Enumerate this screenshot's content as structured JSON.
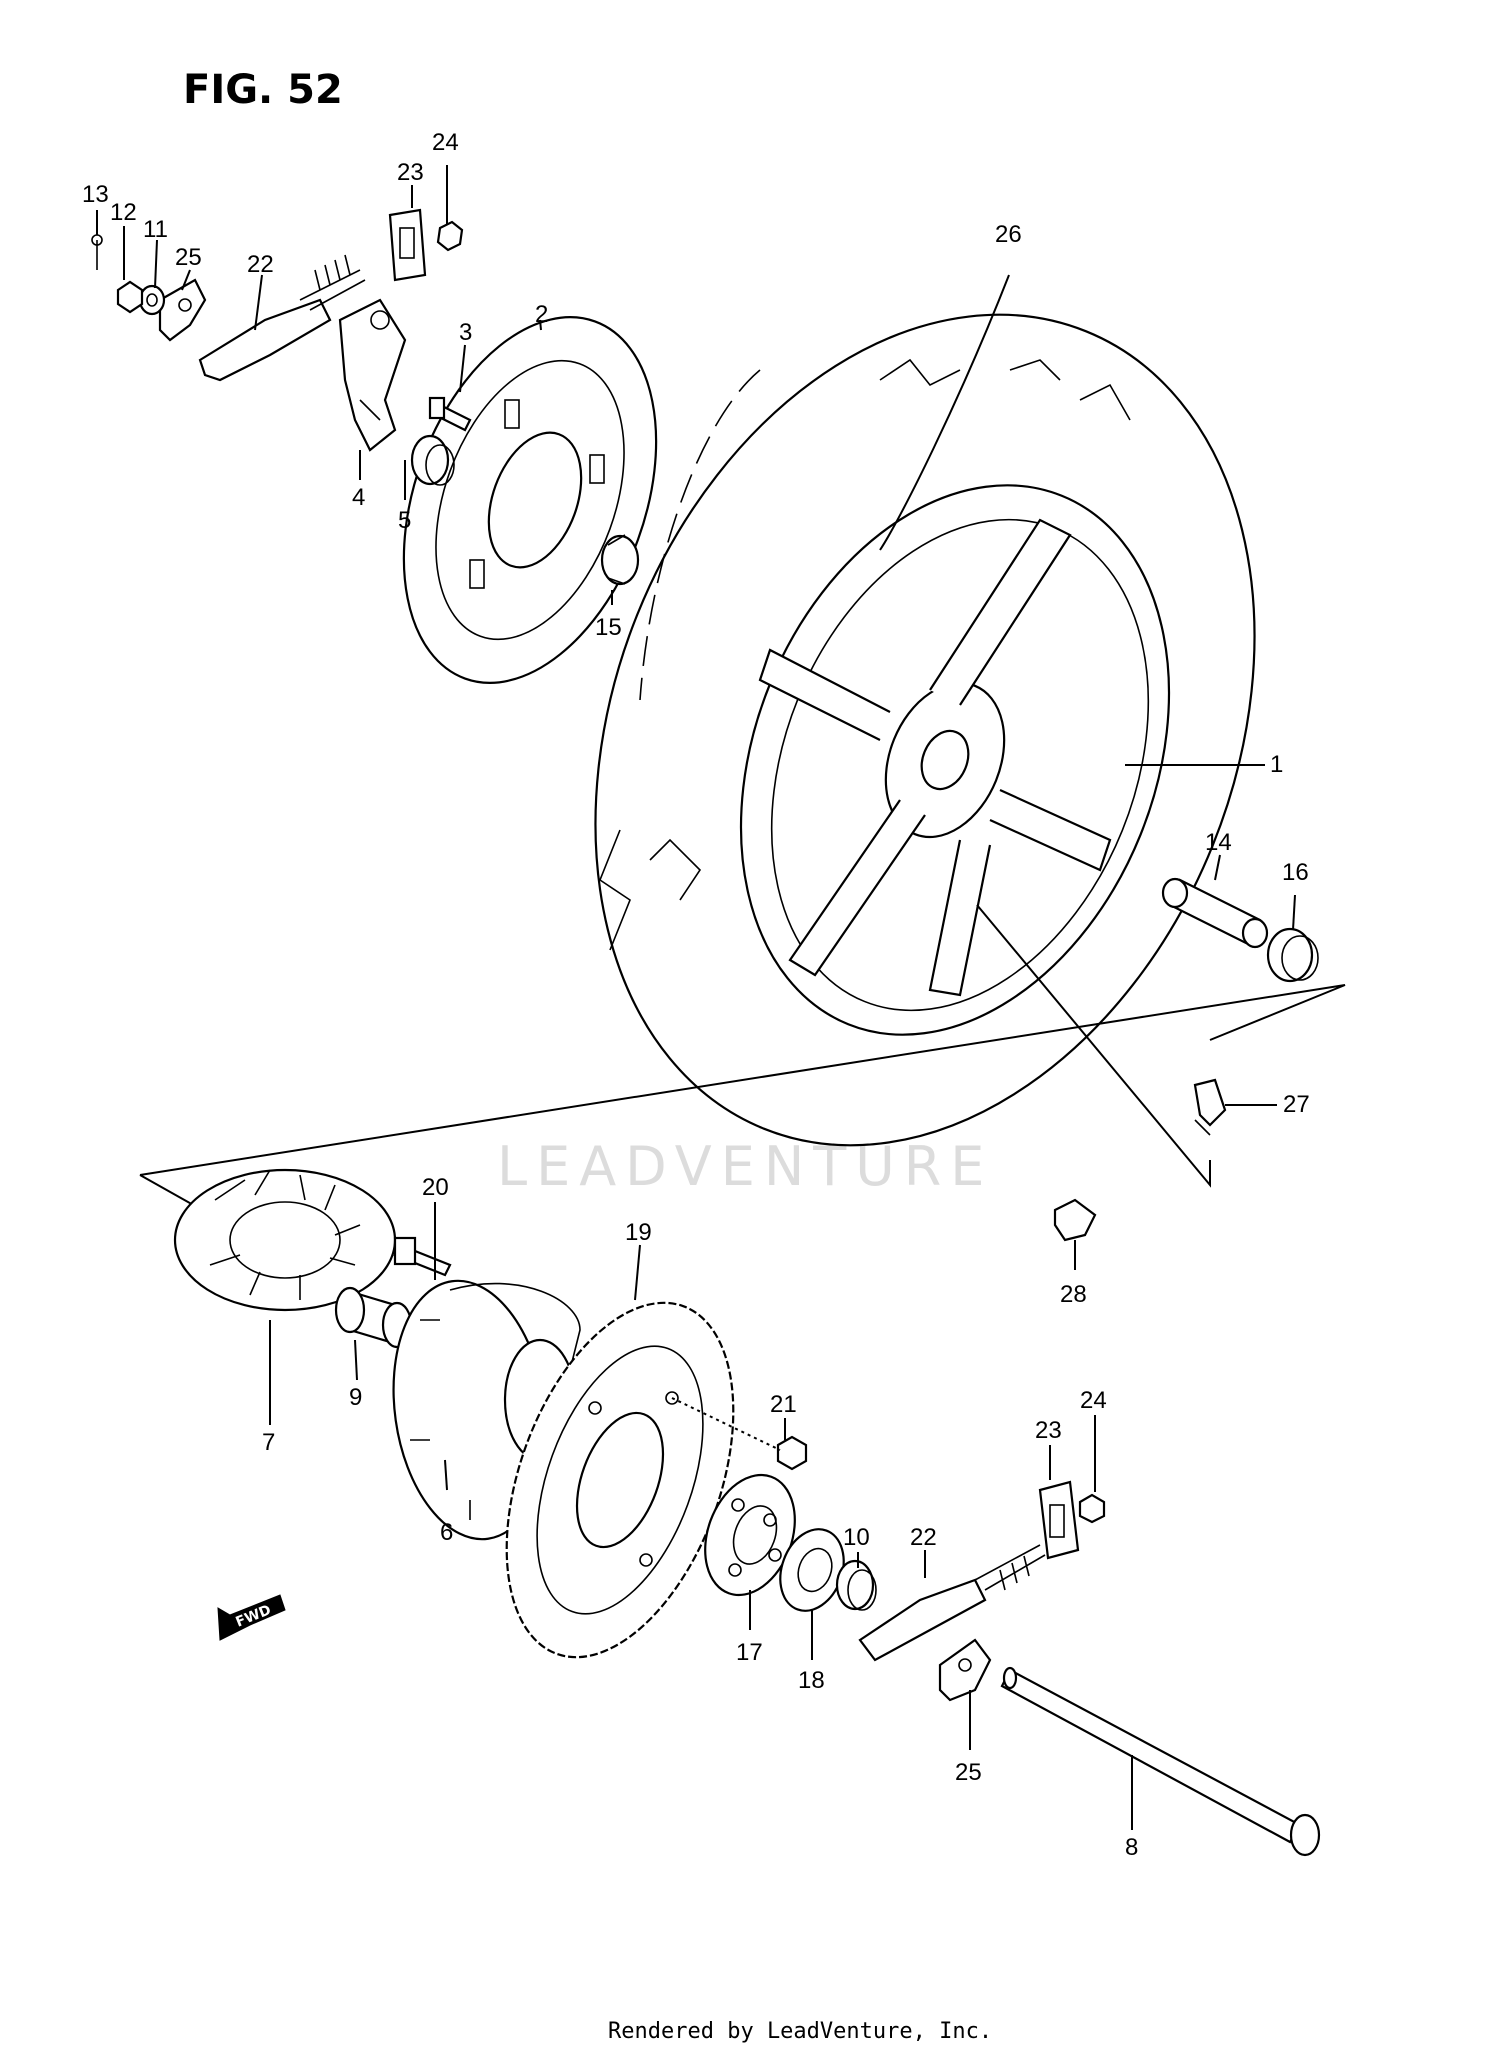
{
  "figure": {
    "title": "FIG. 52"
  },
  "callouts": [
    {
      "id": "1",
      "label": "1"
    },
    {
      "id": "2",
      "label": "2"
    },
    {
      "id": "3",
      "label": "3"
    },
    {
      "id": "4",
      "label": "4"
    },
    {
      "id": "5",
      "label": "5"
    },
    {
      "id": "6",
      "label": "6"
    },
    {
      "id": "7",
      "label": "7"
    },
    {
      "id": "8",
      "label": "8"
    },
    {
      "id": "9",
      "label": "9"
    },
    {
      "id": "10",
      "label": "10"
    },
    {
      "id": "11",
      "label": "11"
    },
    {
      "id": "12",
      "label": "12"
    },
    {
      "id": "13",
      "label": "13"
    },
    {
      "id": "14",
      "label": "14"
    },
    {
      "id": "15",
      "label": "15"
    },
    {
      "id": "16",
      "label": "16"
    },
    {
      "id": "17",
      "label": "17"
    },
    {
      "id": "18",
      "label": "18"
    },
    {
      "id": "19",
      "label": "19"
    },
    {
      "id": "20",
      "label": "20"
    },
    {
      "id": "21",
      "label": "21"
    },
    {
      "id": "22a",
      "label": "22"
    },
    {
      "id": "22b",
      "label": "22"
    },
    {
      "id": "23a",
      "label": "23"
    },
    {
      "id": "23b",
      "label": "23"
    },
    {
      "id": "24a",
      "label": "24"
    },
    {
      "id": "24b",
      "label": "24"
    },
    {
      "id": "25a",
      "label": "25"
    },
    {
      "id": "25b",
      "label": "25"
    },
    {
      "id": "26",
      "label": "26"
    },
    {
      "id": "27",
      "label": "27"
    },
    {
      "id": "28",
      "label": "28"
    }
  ],
  "fwd_indicator": {
    "label": "FWD"
  },
  "watermark": {
    "text": "LEADVENTURE"
  },
  "footer": {
    "text": "Rendered by LeadVenture, Inc."
  },
  "colors": {
    "ink": "#000000",
    "paper": "#ffffff",
    "watermark": "#dcdcdc"
  }
}
